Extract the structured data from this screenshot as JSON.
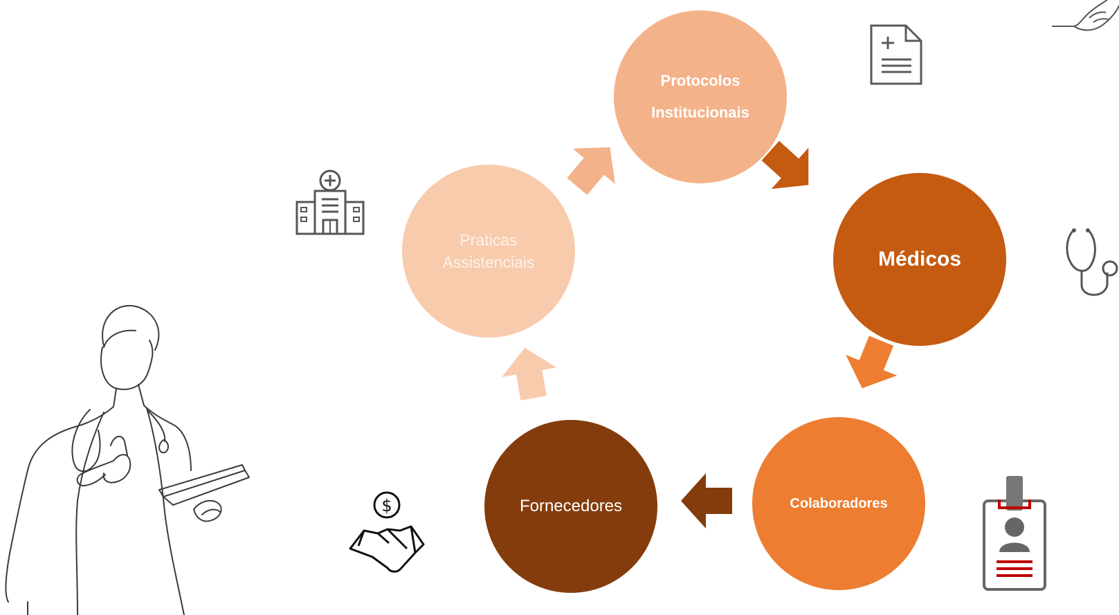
{
  "diagram": {
    "nodes": [
      {
        "id": "protocolos",
        "lines": [
          "Protocolos",
          "Institucionais"
        ],
        "color": "#f4b28a"
      },
      {
        "id": "medicos",
        "lines": [
          "Médicos"
        ],
        "color": "#c55a11"
      },
      {
        "id": "colaboradores",
        "lines": [
          "Colaboradores"
        ],
        "color": "#ed7d31"
      },
      {
        "id": "fornecedores",
        "lines": [
          "Fornecedores"
        ],
        "color": "#843c0c"
      },
      {
        "id": "praticas",
        "lines": [
          "Praticas",
          "Assistenciais"
        ],
        "color": "#f8cbad"
      }
    ],
    "edges": [
      {
        "from": "protocolos",
        "to": "medicos",
        "color": "#c55a11"
      },
      {
        "from": "medicos",
        "to": "colaboradores",
        "color": "#ed7d31"
      },
      {
        "from": "colaboradores",
        "to": "fornecedores",
        "color": "#843c0c"
      },
      {
        "from": "fornecedores",
        "to": "praticas",
        "color": "#f8cbad"
      },
      {
        "from": "praticas",
        "to": "protocolos",
        "color": "#f4b28a"
      }
    ]
  },
  "icons": [
    "medical-document-icon",
    "hospital-icon",
    "stethoscope-icon",
    "id-badge-icon",
    "handshake-money-icon",
    "praying-hands-icon",
    "doctor-illustration"
  ]
}
